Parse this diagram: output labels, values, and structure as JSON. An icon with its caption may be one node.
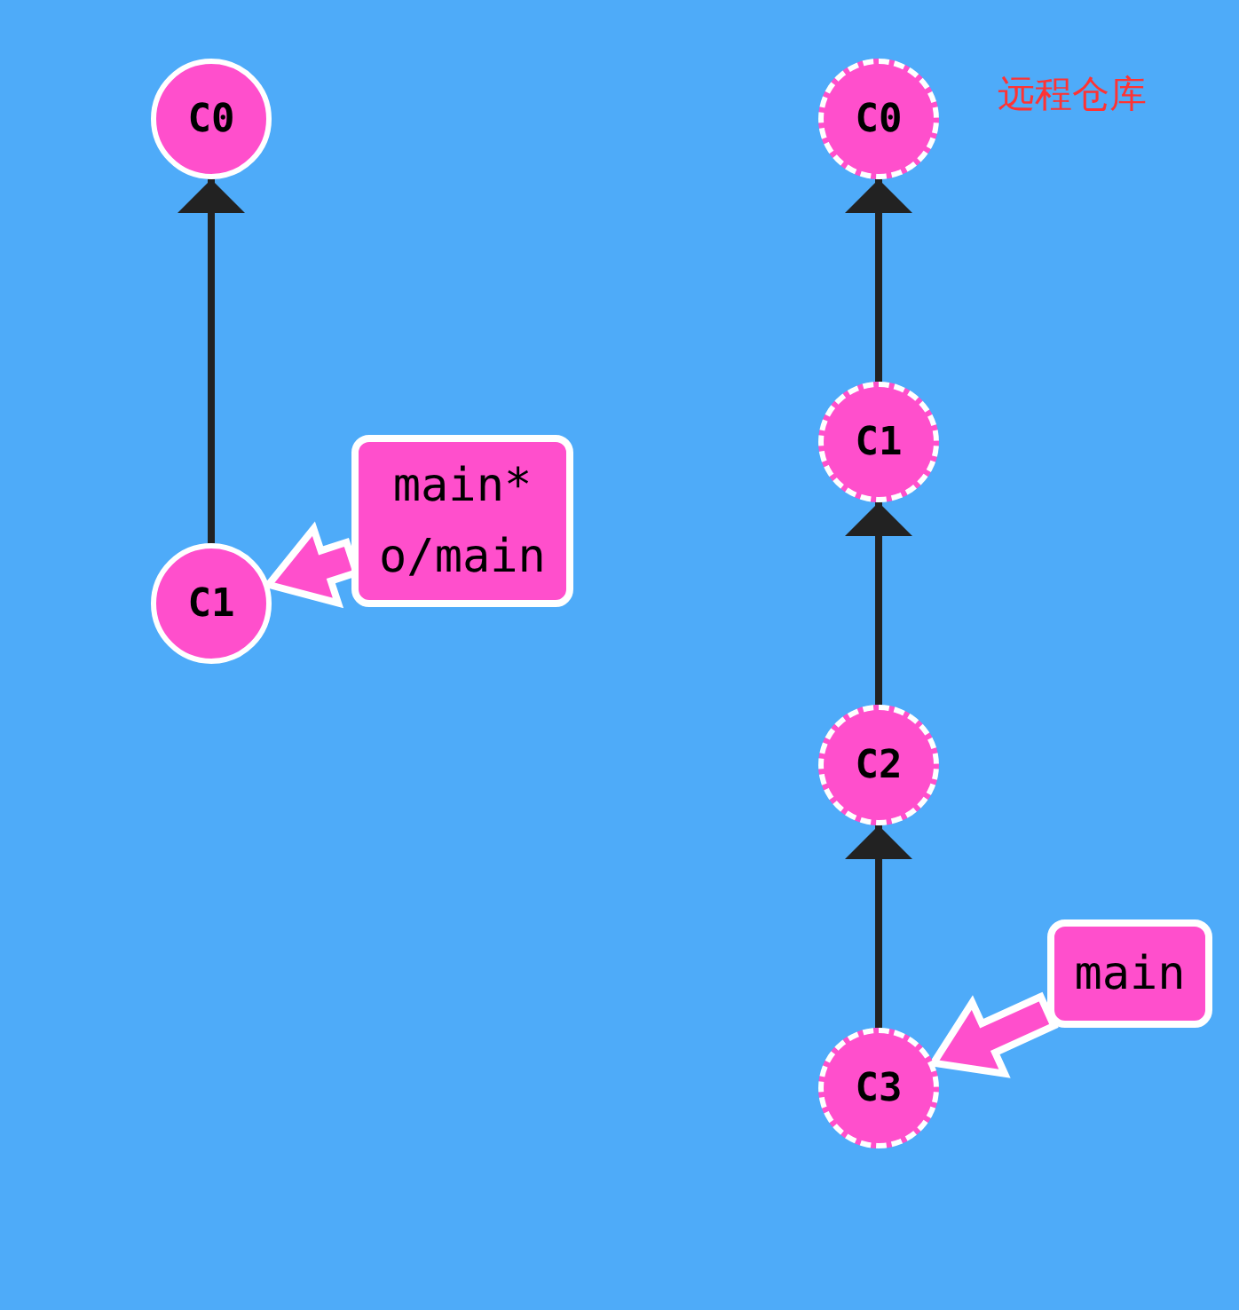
{
  "diagram": {
    "nodes": [
      {
        "text": [
          "C0"
        ]
      },
      {
        "text": [
          "C1"
        ]
      },
      {
        "text": [
          "main*",
          "o/main"
        ]
      },
      {
        "text": [
          "C0"
        ]
      },
      {
        "text": [
          "C1"
        ]
      },
      {
        "text": [
          "C2"
        ]
      },
      {
        "text": [
          "C3"
        ]
      },
      {
        "text": [
          "main"
        ]
      }
    ],
    "edges": [
      {
        "from": 1,
        "to": 0,
        "arrow": "to"
      },
      {
        "from": 2,
        "to": 1,
        "arrow": "to",
        "style": "thick",
        "color": "#ff4fcc"
      },
      {
        "from": 4,
        "to": 3,
        "arrow": "to"
      },
      {
        "from": 5,
        "to": 4,
        "arrow": "to"
      },
      {
        "from": 6,
        "to": 5,
        "arrow": "to"
      },
      {
        "from": 7,
        "to": 6,
        "arrow": "to",
        "style": "thick",
        "color": "#ff4fcc"
      }
    ],
    "labels": [
      "远程仓库"
    ]
  }
}
